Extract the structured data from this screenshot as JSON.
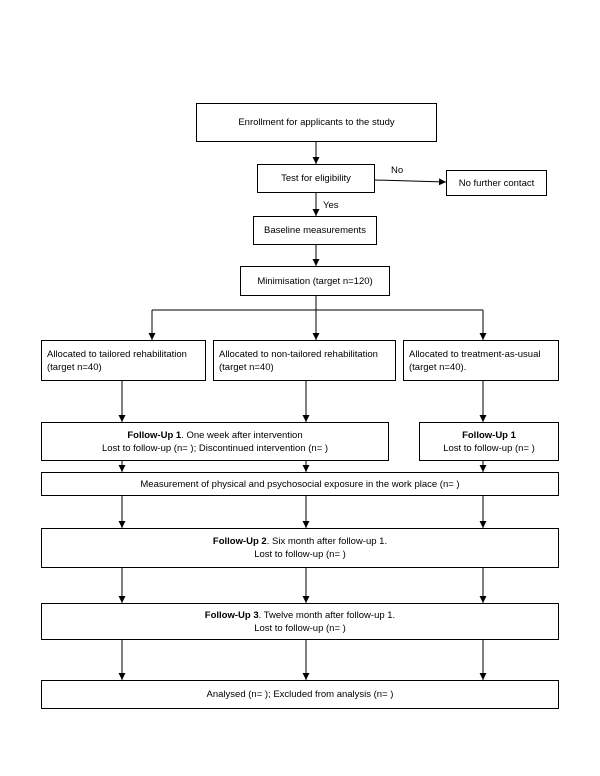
{
  "enrollment": "Enrollment for applicants to the study",
  "eligibility": "Test for eligibility",
  "no_label": "No",
  "no_contact": "No further contact",
  "yes_label": "Yes",
  "baseline": "Baseline measurements",
  "minimisation": "Minimisation (target n=120)",
  "arm_tailored": {
    "line1": "Allocated to tailored rehabilitation",
    "line2": "(target n=40)"
  },
  "arm_nontailored": {
    "line1": "Allocated to non-tailored rehabilitation",
    "line2": "(target n=40)"
  },
  "arm_usual": {
    "line1": "Allocated to treatment-as-usual",
    "line2": "(target n=40)."
  },
  "fu1_left": {
    "bold": "Follow-Up 1",
    "rest": ". One week after intervention",
    "line2": "Lost to follow-up (n=  ); Discontinued intervention (n=  )"
  },
  "fu1_right": {
    "bold": "Follow-Up 1",
    "line2": "Lost to follow-up (n=  )"
  },
  "exposure": "Measurement of physical and psychosocial exposure in the work place (n=  )",
  "fu2": {
    "bold": "Follow-Up 2",
    "rest": ". Six month after follow-up 1.",
    "line2": "Lost to follow-up (n=  )"
  },
  "fu3": {
    "bold": "Follow-Up 3",
    "rest": ". Twelve month after follow-up 1.",
    "line2": "Lost to follow-up (n=  )"
  },
  "analysed": "Analysed (n=  ); Excluded from analysis (n=  )"
}
